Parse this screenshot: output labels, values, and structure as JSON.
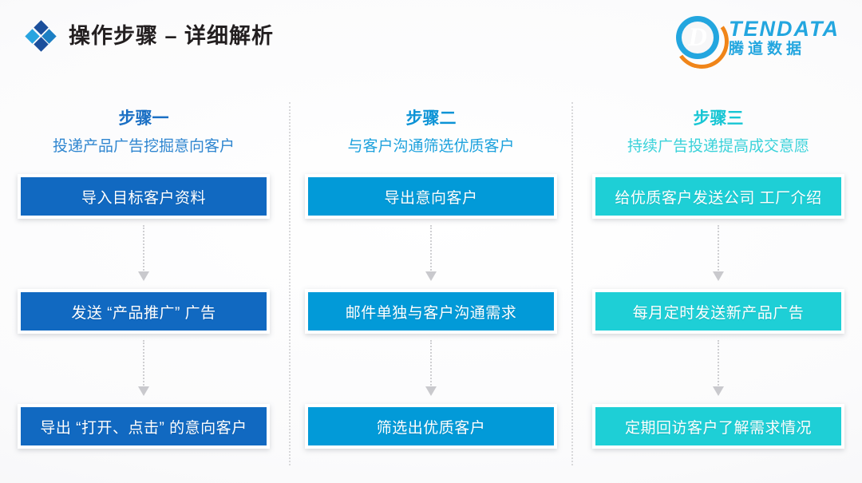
{
  "header": {
    "title": "操作步骤 – 详细解析",
    "diamond_icon": "diamond-cluster-icon",
    "logo": {
      "mark_letter": "D",
      "name_en": "TENDATA",
      "name_cn": "腾道数据",
      "mark_color": "#23a6df",
      "accent_color": "#f08519"
    }
  },
  "colors": {
    "column1": "#1169c1",
    "column2": "#029ad8",
    "column3": "#1ecfd6",
    "title_text": "#231f20",
    "connector": "#c9c9cd",
    "divider": "#d8d8da"
  },
  "columns": [
    {
      "step_title": "步骤一",
      "step_subtitle": "投递产品广告挖掘意向客户",
      "boxes": [
        "导入目标客户资料",
        "发送 “产品推广” 广告",
        "导出 “打开、点击” 的意向客户"
      ]
    },
    {
      "step_title": "步骤二",
      "step_subtitle": "与客户沟通筛选优质客户",
      "boxes": [
        "导出意向客户",
        "邮件单独与客户沟通需求",
        "筛选出优质客户"
      ]
    },
    {
      "step_title": "步骤三",
      "step_subtitle": "持续广告投递提高成交意愿",
      "boxes": [
        "给优质客户发送公司 工厂介绍",
        "每月定时发送新产品广告",
        "定期回访客户了解需求情况"
      ]
    }
  ]
}
